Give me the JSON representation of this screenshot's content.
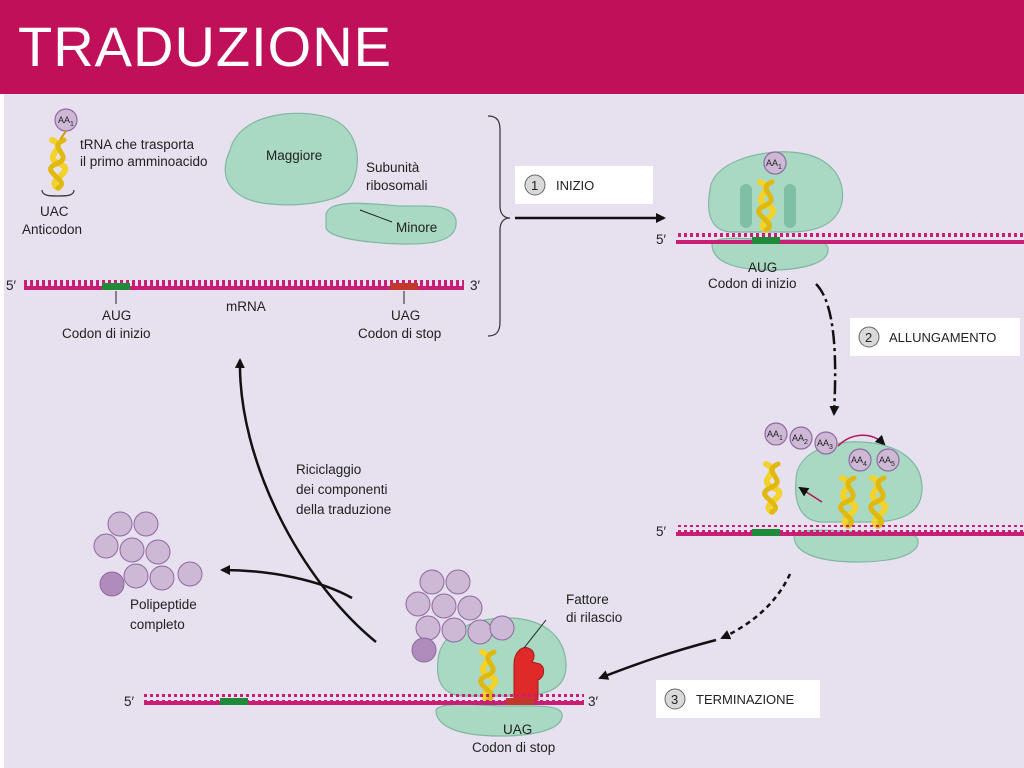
{
  "title": "TRADUZIONE",
  "trna": {
    "aa": "AA",
    "aa_sub": "1",
    "desc_line1": "tRNA che trasporta",
    "desc_line2": "il primo amminoacido",
    "anticodon": "UAC",
    "anticodon_label": "Anticodon"
  },
  "subunits": {
    "large": "Maggiore",
    "small": "Minore",
    "label_line1": "Subunità",
    "label_line2": "ribosomali"
  },
  "mrna": {
    "five": "5′",
    "three": "3′",
    "label": "mRNA",
    "start_codon": "AUG",
    "start_label": "Codon di inizio",
    "stop_codon": "UAG",
    "stop_label": "Codon di stop"
  },
  "steps": [
    {
      "num": "1",
      "label": "INIZIO"
    },
    {
      "num": "2",
      "label": "ALLUNGAMENTO"
    },
    {
      "num": "3",
      "label": "TERMINAZIONE"
    }
  ],
  "elongation_aa": [
    "1",
    "2",
    "3",
    "4",
    "5"
  ],
  "recycling": {
    "line1": "Riciclaggio",
    "line2": "dei componenti",
    "line3": "della traduzione"
  },
  "polypeptide": {
    "line1": "Polipeptide",
    "line2": "completo"
  },
  "release_factor": {
    "line1": "Fattore",
    "line2": "di rilascio"
  },
  "colors": {
    "header": "#c0105a",
    "background": "#e7e0ee",
    "mrna": "#c81e74",
    "ribosome": "#a9d8c3",
    "trna": "#f2d22c",
    "amino_acid": "#cdb8d6",
    "start_codon": "#1f8a3a",
    "stop_codon": "#c0392b",
    "release_factor": "#e02a2a"
  }
}
